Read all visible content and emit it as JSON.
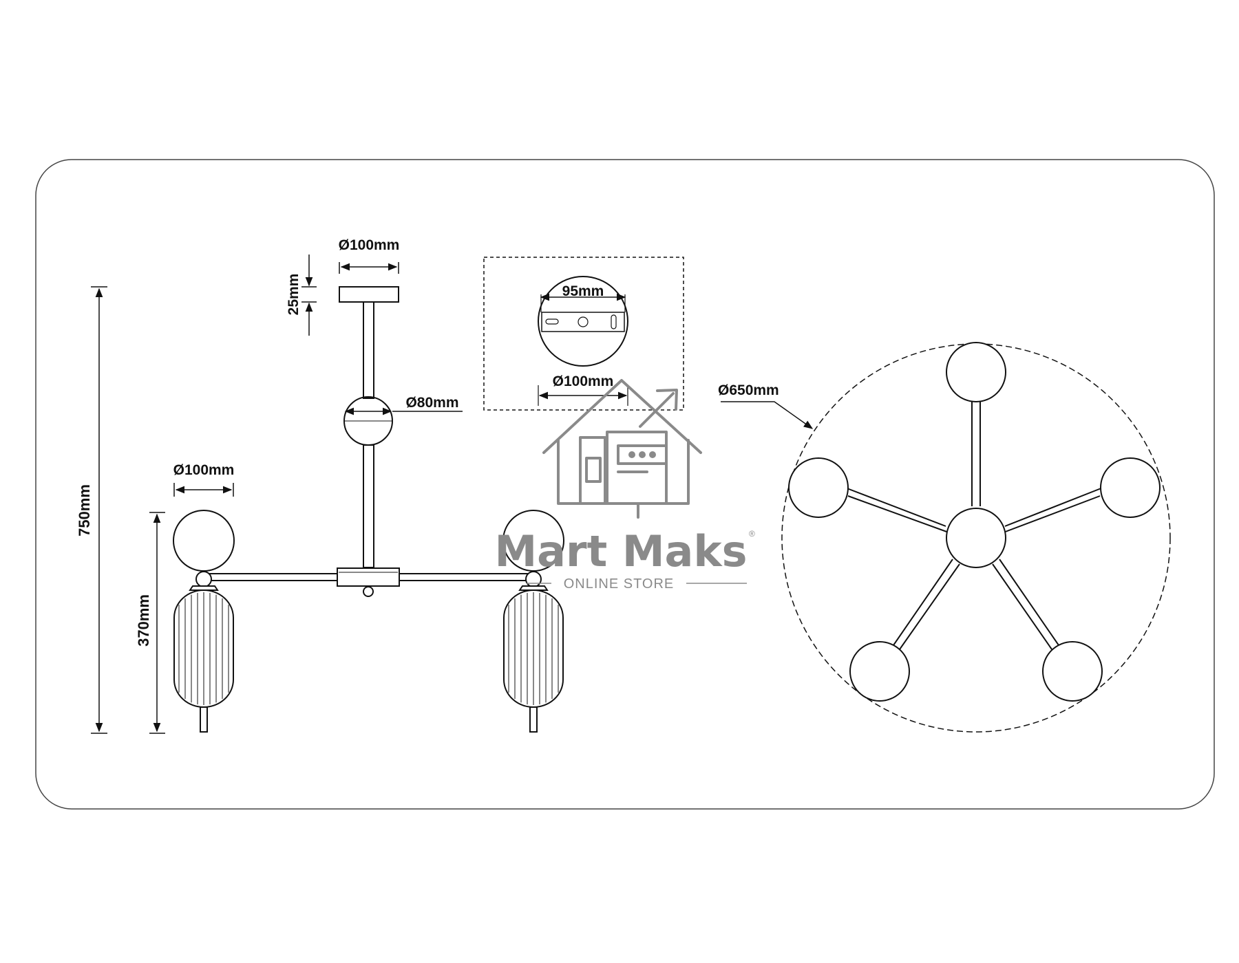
{
  "dimensions": {
    "canopy_diameter": "Ø100mm",
    "canopy_height": "25mm",
    "center_ball_diameter": "Ø80mm",
    "shade_diameter": "Ø100mm",
    "overall_height": "750mm",
    "shade_height": "370mm",
    "bracket_width": "95mm",
    "plate_diameter": "Ø100mm",
    "spread_diameter": "Ø650mm"
  },
  "watermark": {
    "brand": "Mart Maks",
    "registered": "®",
    "tagline": "ONLINE STORE"
  },
  "colors": {
    "line": "#111111",
    "watermark": "#8a8a8a",
    "background": "#ffffff"
  }
}
